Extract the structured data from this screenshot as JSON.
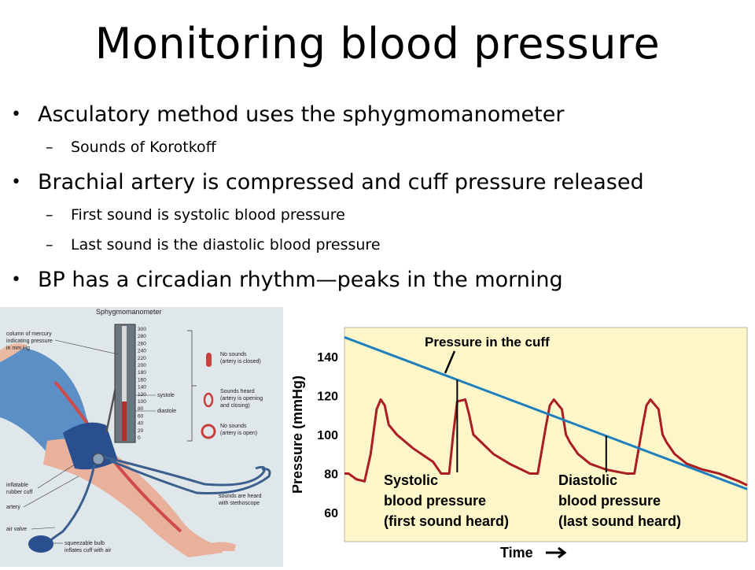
{
  "slide": {
    "title": "Monitoring blood pressure",
    "bullets": [
      {
        "text": "Asculatory method uses the sphygmomanometer",
        "sub": [
          "Sounds of Korotkoff"
        ]
      },
      {
        "text": "Brachial artery is compressed and cuff pressure released",
        "sub": [
          "First sound is systolic blood pressure",
          "Last sound is the diastolic blood pressure"
        ]
      },
      {
        "text": "BP has a circadian rhythm—peaks in the morning",
        "sub": []
      }
    ]
  },
  "left_figure": {
    "title": "Sphygmomanometer",
    "scale": [
      "300",
      "280",
      "260",
      "240",
      "220",
      "200",
      "180",
      "160",
      "140",
      "120",
      "100",
      "80",
      "60",
      "40",
      "20",
      "0"
    ],
    "labels": {
      "mercury": [
        "column of mercury",
        "indicating pressure",
        "in mm Hg"
      ],
      "systole": "systole",
      "diastole": "diastole",
      "closed": [
        "No sounds",
        "(artery is closed)"
      ],
      "opening": [
        "Sounds heard",
        "(artery is opening",
        "and closing)"
      ],
      "open": [
        "No sounds",
        "(artery is open)"
      ],
      "cuff": [
        "inflatable",
        "rubber cuff"
      ],
      "artery": "artery",
      "valve": "air valve",
      "bulb": [
        "squeezable bulb",
        "inflates cuff with air"
      ],
      "stethoscope": [
        "sounds are heard",
        "with stethoscope"
      ]
    }
  },
  "chart_data": {
    "type": "line",
    "ylabel": "Pressure (mmHg)",
    "xlabel": "Time",
    "ylim": [
      45,
      155
    ],
    "yticks": [
      60,
      80,
      100,
      120,
      140
    ],
    "series": [
      {
        "name": "Pressure in the cuff",
        "x": [
          0,
          100
        ],
        "y": [
          150,
          72
        ]
      },
      {
        "x": [
          0,
          1,
          3,
          5,
          6.5,
          8,
          9,
          10,
          11,
          13,
          17,
          22,
          24,
          26,
          27,
          28,
          30,
          31,
          32,
          34,
          37,
          41,
          46,
          48,
          50,
          51,
          52,
          54,
          55,
          56,
          58,
          61,
          65,
          70,
          72,
          74,
          75,
          76,
          78,
          79,
          80,
          82,
          85,
          89,
          93,
          98,
          100
        ],
        "y": [
          80,
          80,
          77,
          76,
          90,
          113,
          118,
          115,
          105,
          100,
          93,
          86,
          80,
          80,
          100,
          117,
          118,
          110,
          100,
          96,
          90,
          85,
          80,
          80,
          104,
          115,
          118,
          113,
          100,
          96,
          90,
          85,
          82,
          80,
          80,
          104,
          115,
          118,
          113,
          100,
          96,
          90,
          85,
          82,
          80,
          76,
          74
        ]
      }
    ],
    "annotations": [
      {
        "lines": [
          "Systolic",
          "blood pressure",
          "(first sound heard)"
        ],
        "at_x": 28
      },
      {
        "lines": [
          "Diastolic",
          "blood pressure",
          "(last sound heard)"
        ],
        "at_x": 65
      }
    ],
    "colors": {
      "background": "#fdf6c9",
      "cuff_line": "#1f7fbd",
      "pressure_line": "#aa1d23"
    }
  }
}
